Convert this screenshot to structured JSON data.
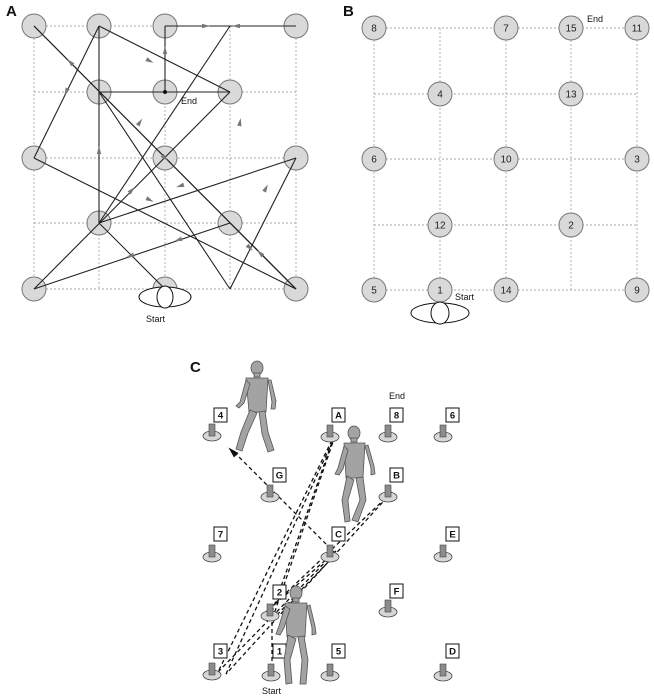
{
  "panels": {
    "a": {
      "label": "A",
      "end_label": "End",
      "start_label": "Start"
    },
    "b": {
      "label": "B",
      "end_label": "End",
      "start_label": "Start",
      "nodes": [
        "8",
        "7",
        "15",
        "11",
        "4",
        "13",
        "6",
        "10",
        "3",
        "12",
        "2",
        "5",
        "1",
        "14",
        "9"
      ]
    },
    "c": {
      "label": "C",
      "end_label": "End",
      "start_label": "Start",
      "flags": [
        "4",
        "A",
        "8",
        "6",
        "G",
        "B",
        "7",
        "C",
        "E",
        "2",
        "F",
        "3",
        "1",
        "5",
        "D"
      ]
    }
  },
  "colors": {
    "node_fill": "#d9d9d9",
    "node_stroke": "#777777",
    "grid": "#aaaaaa",
    "path": "#222222",
    "arrow": "#777777",
    "marker_fill": "#d6d6d6",
    "post": "#8c8c8c"
  }
}
